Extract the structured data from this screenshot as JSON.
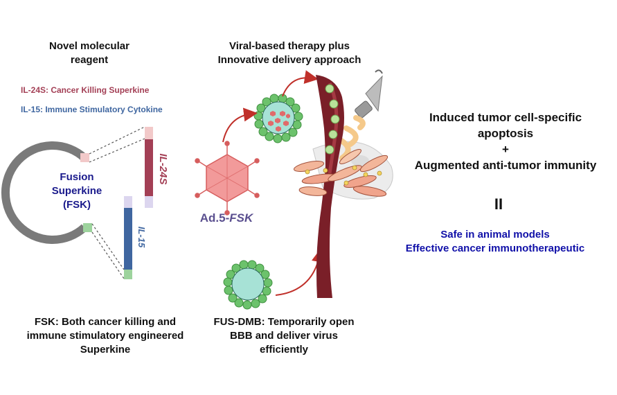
{
  "left": {
    "heading": [
      "Novel molecular",
      "reagent"
    ],
    "legend_il24s": "IL-24S: Cancer Killing Superkine",
    "legend_il15": "IL-15: Immune Stimulatory Cytokine",
    "ring_label": [
      "Fusion",
      "Superkine",
      "(FSK)"
    ],
    "bar_il24s": "IL-24S",
    "bar_il15": "IL-15",
    "caption": [
      "FSK: Both cancer killing and",
      "immune stimulatory engineered",
      "Superkine"
    ]
  },
  "middle": {
    "heading": [
      "Viral-based therapy plus",
      "Innovative delivery approach"
    ],
    "virus_label_prefix": "Ad.5-",
    "virus_label_suffix": "FSK",
    "caption": [
      "FUS-DMB: Temporarily open",
      "BBB and deliver virus",
      "efficiently"
    ]
  },
  "right": {
    "outcome": [
      "Induced tumor cell-specific",
      "apoptosis",
      "+",
      "Augmented anti-tumor immunity"
    ],
    "equals": "II",
    "conclusion": [
      "Safe in animal models",
      "Effective cancer immunotherapeutic"
    ]
  },
  "colors": {
    "il24s": "#a33f55",
    "il15": "#3f66a0",
    "ring": "#7a7a7a",
    "ring_label": "#1a1a8c",
    "virus": "#e77a7a",
    "arrow": "#c0302a",
    "conclusion": "#1010a8",
    "microbubble": "#6cc26c",
    "vessel": "#7a1f28"
  }
}
